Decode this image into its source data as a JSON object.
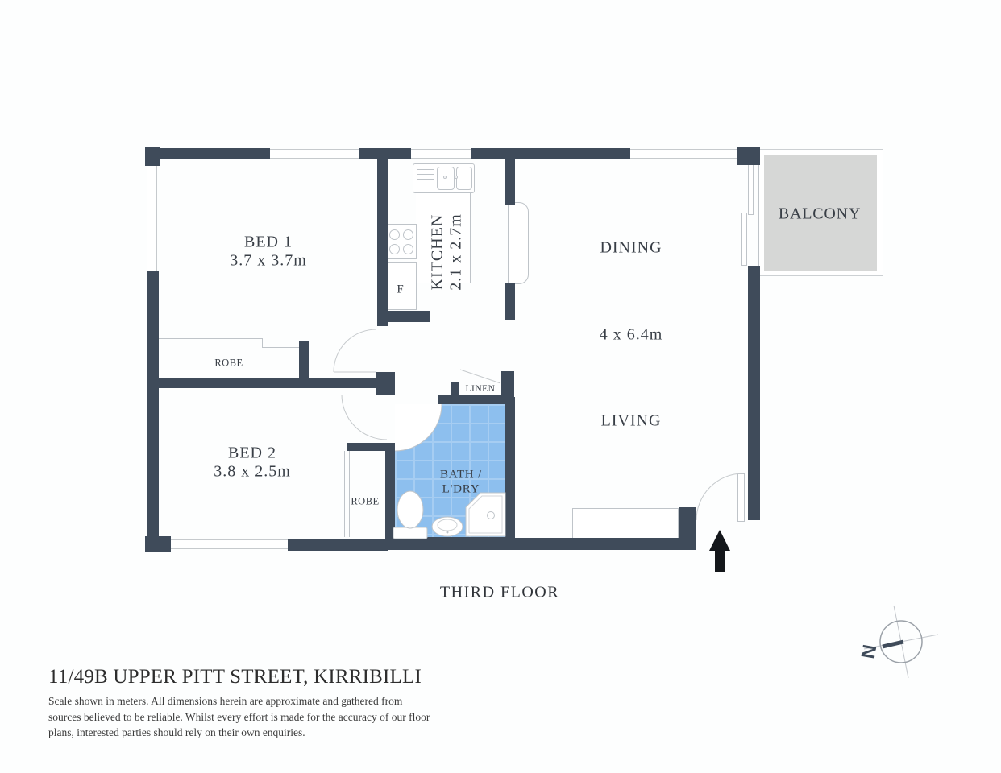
{
  "plan": {
    "floor_label": "THIRD FLOOR",
    "rooms": {
      "bed1": {
        "name": "BED 1",
        "dims": "3.7 x 3.7m"
      },
      "bed2": {
        "name": "BED 2",
        "dims": "3.8 x 2.5m"
      },
      "kitchen": {
        "name": "KITCHEN",
        "dims": "2.1 x 2.7m"
      },
      "dining": {
        "name": "DINING"
      },
      "living": {
        "name": "LIVING"
      },
      "living_dining_dims": "4 x 6.4m",
      "bath_laundry": {
        "line1": "BATH /",
        "line2": "L'DRY"
      },
      "balcony": {
        "name": "BALCONY"
      },
      "robe_bed1": {
        "name": "ROBE"
      },
      "robe_bed2": {
        "name": "ROBE"
      },
      "linen": {
        "name": "LINEN"
      },
      "fridge_label": "F"
    },
    "compass": {
      "north_label": "N"
    }
  },
  "footer": {
    "address": "11/49B UPPER PITT STREET, KIRRIBILLI",
    "disclaimer_lines": [
      "Scale shown in meters. All dimensions herein are approximate and gathered from",
      "sources believed to be  reliable. Whilst every effort is made for the accuracy of our floor",
      "plans, interested parties should rely on their own enquiries."
    ]
  },
  "colors": {
    "wall": "#3f4b5a",
    "tile_blue": "#8dbfee",
    "balcony_gray": "#d6d7d6",
    "label_text": "#383e46"
  }
}
